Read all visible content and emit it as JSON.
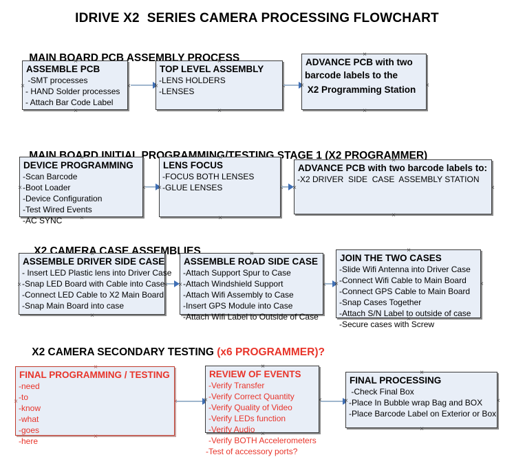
{
  "document": {
    "title": "IDRIVE X2  SERIES CAMERA PROCESSING FLOWCHART",
    "colors": {
      "box_fill": "#e8eef7",
      "box_border": "#3a3a3a",
      "red_accent": "#e8342a",
      "connector_line": "#9fb6cd",
      "arrow_head": "#3f6fb5"
    }
  },
  "sections": [
    {
      "heading": "MAIN BOARD PCB ASSEMBLY PROCESS",
      "heading_accent": "",
      "boxes": [
        {
          "title": "ASSEMBLE PCB",
          "lines": [
            " -SMT processes",
            "- HAND Solder processes",
            "- Attach Bar Code Label"
          ]
        },
        {
          "title": "TOP LEVEL ASSEMBLY",
          "lines": [
            "-LENS HOLDERS",
            "-LENSES"
          ]
        },
        {
          "title": "ADVANCE PCB with two",
          "lines": [
            "barcode labels to the",
            " X2 Programming Station"
          ]
        }
      ]
    },
    {
      "heading": "MAIN BOARD INITIAL PROGRAMMING/TESTING STAGE 1 (X2 PROGRAMMER)",
      "heading_accent": "",
      "boxes": [
        {
          "title": "DEVICE PROGRAMMING",
          "lines": [
            "-Scan Barcode",
            "-Boot Loader",
            "-Device Configuration",
            "-Test Wired Events",
            "-AC SYNC"
          ]
        },
        {
          "title": "LENS FOCUS",
          "lines": [
            "-FOCUS BOTH LENSES",
            "-GLUE LENSES"
          ]
        },
        {
          "title": "ADVANCE PCB with two barcode labels to:",
          "lines": [
            "-X2 DRIVER  SIDE  CASE  ASSEMBLY STATION"
          ]
        }
      ]
    },
    {
      "heading": "X2 CAMERA CASE ASSEMBLIES",
      "heading_accent": "",
      "boxes": [
        {
          "title": "ASSEMBLE DRIVER SIDE CASE",
          "lines": [
            "- Insert LED Plastic lens into Driver Case",
            "-Snap LED Board with Cable into Case",
            "-Connect LED Cable to X2 Main Board",
            "-Snap Main Board into case"
          ]
        },
        {
          "title": "ASSEMBLE ROAD SIDE CASE",
          "lines": [
            "-Attach Support Spur to Case",
            "-Attach Windshield Support",
            "-Attach Wifi Assembly to Case",
            "-Insert GPS Module into Case",
            "-Attach Wifi Label to Outside of Case"
          ]
        },
        {
          "title": "JOIN THE TWO CASES",
          "lines": [
            "-Slide Wifi Antenna into Driver Case",
            "-Connect Wifi Cable to Main Board",
            "-Connect GPS Cable to Main Board",
            "-Snap Cases Together",
            "-Attach S/N Label to outside of case",
            "-Secure cases with Screw"
          ]
        }
      ]
    },
    {
      "heading": "X2 CAMERA SECONDARY TESTING ",
      "heading_accent": "(x6 PROGRAMMER)?",
      "boxes": [
        {
          "title": "FINAL PROGRAMMING / TESTING",
          "lines": [
            "-need",
            "-to",
            "-know",
            "-what",
            "-goes",
            "-here"
          ]
        },
        {
          "title": "REVIEW OF EVENTS",
          "lines": [
            "-Verify Transfer",
            "-Verify Correct Quantity",
            "-Verify Quality of Video",
            "-Verify LEDs function",
            "-Verify Audio",
            "-Verify BOTH Accelerometers",
            "-Test of accessory ports?"
          ]
        },
        {
          "title": "FINAL PROCESSING",
          "lines": [
            " -Check Final Box",
            "-Place In Bubble wrap Bag and BOX",
            "-Place Barcode Label on Exterior or Box"
          ]
        }
      ]
    }
  ]
}
